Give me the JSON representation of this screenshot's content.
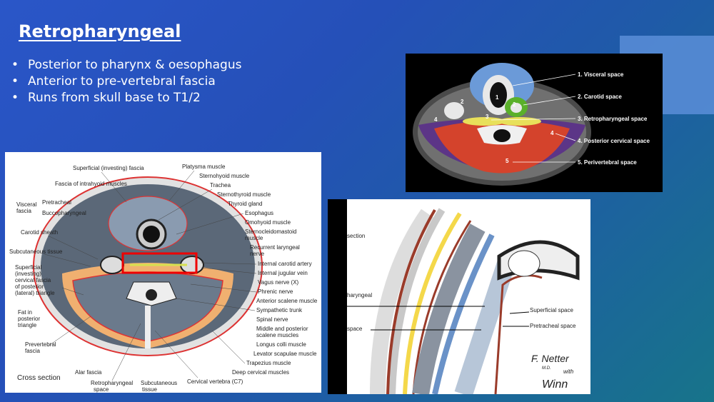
{
  "slide": {
    "title": "Retropharyngeal",
    "bullets": [
      "Posterior to pharynx & oesophagus",
      "Anterior to pre-vertebral fascia",
      "Runs from skull base to T1/2"
    ]
  },
  "ct_image": {
    "labels": [
      "1. Visceral space",
      "2. Carotid space",
      "3. Retropharyngeal space",
      "4. Posterior cervical space",
      "5. Perivertebral space"
    ],
    "markers": [
      "1",
      "2",
      "2",
      "3",
      "4",
      "4",
      "5"
    ]
  },
  "cross_section": {
    "right_labels": [
      "Superficial (investing) fascia",
      "Platysma muscle",
      "Sternohyoid muscle",
      "Trachea",
      "Sternothyroid muscle",
      "Thyroid gland",
      "Esophagus",
      "Omohyoid muscle",
      "Sternocleidomastoid",
      "muscle",
      "Recurrent laryngeal",
      "nerve",
      "Internal carotid artery",
      "Internal jugular vein",
      "Vagus nerve (X)",
      "Phrenic nerve",
      "Anterior scalene muscle",
      "Sympathetic trunk",
      "Spinal nerve",
      "Middle and posterior",
      "scalene muscles",
      "Longus colli muscle",
      "Levator scapulae muscle",
      "Trapezius muscle",
      "Deep cervical muscles"
    ],
    "left_labels": [
      "Fascia of intrahyoid muscles",
      "Visceral",
      "fascia",
      "Pretracheal",
      "Buccopharyngeal",
      "Carotid sheath",
      "Subcutaneous tissue",
      "Superficial",
      "(investing)",
      "cervical fascia",
      "of posterior",
      "(lateral) triangle",
      "Fat in",
      "posterior",
      "triangle",
      "Prevertebral",
      "fascia"
    ],
    "bottom_labels": [
      "Cross section",
      "Alar fascia",
      "Retropharyngeal",
      "space",
      "Subcutaneous",
      "tissue",
      "Cervical vertebra (C7)"
    ]
  },
  "sagittal": {
    "labels": [
      "section",
      "haryngeal",
      "space",
      "Superficial space",
      "Pretracheal space"
    ],
    "signature": [
      "F. Netter",
      "M.D.",
      "with",
      "Winn"
    ]
  }
}
